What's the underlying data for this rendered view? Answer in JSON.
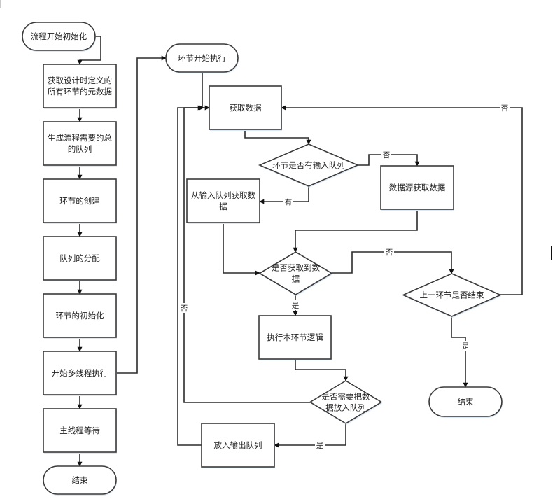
{
  "diagram": {
    "type": "flowchart",
    "title": "",
    "nodes": [
      {
        "id": "start_init",
        "shape": "terminal",
        "lines": [
          "流程开始初始化"
        ]
      },
      {
        "id": "get_meta",
        "shape": "process",
        "lines": [
          "获取设计时定义的",
          "所有环节的元数据"
        ]
      },
      {
        "id": "gen_queue",
        "shape": "process",
        "lines": [
          "生成流程需要的总",
          "的队列"
        ]
      },
      {
        "id": "create_step",
        "shape": "process",
        "lines": [
          "环节的创建"
        ]
      },
      {
        "id": "assign_queue",
        "shape": "process",
        "lines": [
          "队列的分配"
        ]
      },
      {
        "id": "init_step",
        "shape": "process",
        "lines": [
          "环节的初始化"
        ]
      },
      {
        "id": "start_threads",
        "shape": "process",
        "lines": [
          "开始多线程执行"
        ]
      },
      {
        "id": "main_wait",
        "shape": "process",
        "lines": [
          "主线程等待"
        ]
      },
      {
        "id": "end_main",
        "shape": "terminal",
        "lines": [
          "结束"
        ]
      },
      {
        "id": "step_start",
        "shape": "terminal",
        "lines": [
          "环节开始执行"
        ]
      },
      {
        "id": "get_data",
        "shape": "process",
        "lines": [
          "获取数据"
        ]
      },
      {
        "id": "has_input_queue",
        "shape": "decision",
        "lines": [
          "环节是否有输入队列"
        ]
      },
      {
        "id": "from_input_queue",
        "shape": "process",
        "lines": [
          "从输入队列获取数",
          "据"
        ]
      },
      {
        "id": "from_datasource",
        "shape": "process",
        "lines": [
          "数据源获取数据"
        ]
      },
      {
        "id": "got_data",
        "shape": "decision",
        "lines": [
          "是否获取到数",
          "据"
        ]
      },
      {
        "id": "exec_logic",
        "shape": "process",
        "lines": [
          "执行本环节逻辑"
        ]
      },
      {
        "id": "need_output",
        "shape": "decision",
        "lines": [
          "是否需要把数",
          "据放入队列"
        ]
      },
      {
        "id": "put_output",
        "shape": "process",
        "lines": [
          "放入输出队列"
        ]
      },
      {
        "id": "prev_done",
        "shape": "decision",
        "lines": [
          "上一环节是否结束"
        ]
      },
      {
        "id": "end_step",
        "shape": "terminal",
        "lines": [
          "结束"
        ]
      }
    ],
    "edges": [
      {
        "from": "start_init",
        "to": "get_meta",
        "label": ""
      },
      {
        "from": "get_meta",
        "to": "gen_queue",
        "label": ""
      },
      {
        "from": "gen_queue",
        "to": "create_step",
        "label": ""
      },
      {
        "from": "create_step",
        "to": "assign_queue",
        "label": ""
      },
      {
        "from": "assign_queue",
        "to": "init_step",
        "label": ""
      },
      {
        "from": "init_step",
        "to": "start_threads",
        "label": ""
      },
      {
        "from": "start_threads",
        "to": "main_wait",
        "label": ""
      },
      {
        "from": "main_wait",
        "to": "end_main",
        "label": ""
      },
      {
        "from": "start_threads",
        "to": "step_start",
        "label": ""
      },
      {
        "from": "step_start",
        "to": "get_data",
        "label": ""
      },
      {
        "from": "get_data",
        "to": "has_input_queue",
        "label": ""
      },
      {
        "from": "has_input_queue",
        "to": "from_input_queue",
        "label": "有"
      },
      {
        "from": "has_input_queue",
        "to": "from_datasource",
        "label": "否"
      },
      {
        "from": "from_input_queue",
        "to": "got_data",
        "label": ""
      },
      {
        "from": "from_datasource",
        "to": "got_data",
        "label": ""
      },
      {
        "from": "got_data",
        "to": "exec_logic",
        "label": "是"
      },
      {
        "from": "got_data",
        "to": "prev_done",
        "label": "否"
      },
      {
        "from": "exec_logic",
        "to": "need_output",
        "label": ""
      },
      {
        "from": "need_output",
        "to": "put_output",
        "label": "是"
      },
      {
        "from": "need_output",
        "to": "get_data",
        "label": "否"
      },
      {
        "from": "put_output",
        "to": "get_data",
        "label": ""
      },
      {
        "from": "prev_done",
        "to": "get_data",
        "label": "否"
      },
      {
        "from": "prev_done",
        "to": "end_step",
        "label": "是"
      }
    ]
  },
  "colors": {
    "stroke": "#2b2b2b",
    "fill": "#ffffff",
    "shadow": "#dce8f5",
    "text": "#222222"
  }
}
